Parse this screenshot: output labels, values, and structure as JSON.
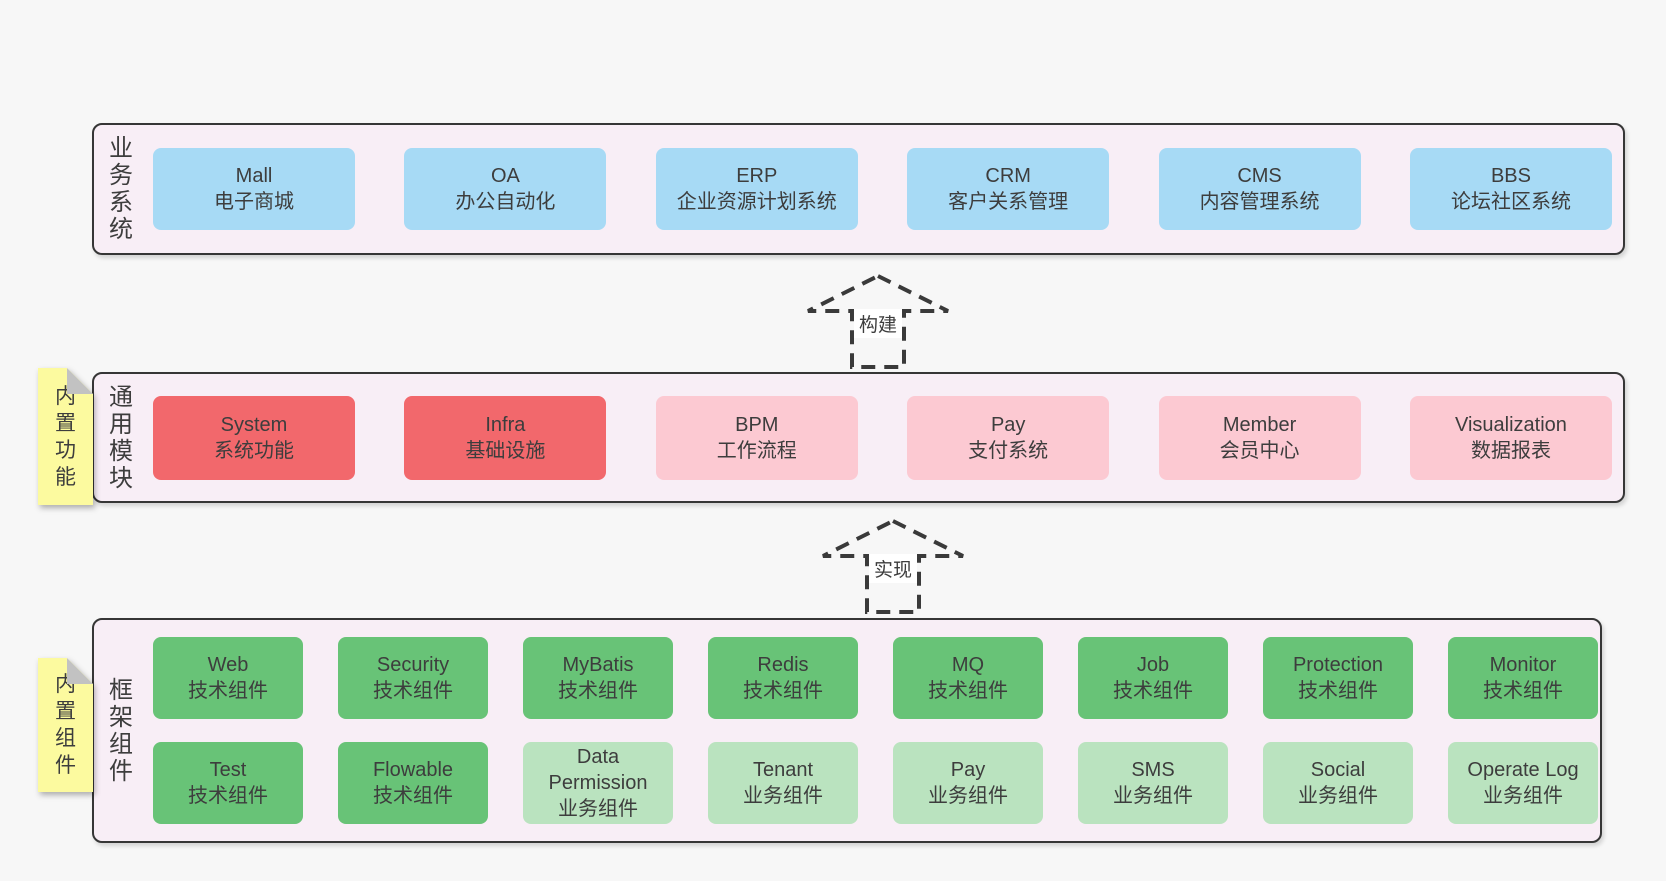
{
  "colors": {
    "page-bg": "#f7f7f7",
    "band-bg": "#f8eef6",
    "band-border": "#363636",
    "box-blue": "#a7daf5",
    "box-red": "#f2686c",
    "box-pink": "#fcc9d2",
    "box-green": "#68c377",
    "box-green-light": "#bae3bf",
    "note-yellow": "#fcfa9f",
    "note-fold": "#c2c2c2",
    "arrow-stroke": "#3a3a3a",
    "text": "#3d3d3d"
  },
  "bands": [
    {
      "label": "业务系统",
      "rows": [
        [
          {
            "name": "Mall",
            "desc": "电子商城",
            "variant": "blue"
          },
          {
            "name": "OA",
            "desc": "办公自动化",
            "variant": "blue"
          },
          {
            "name": "ERP",
            "desc": "企业资源计划系统",
            "variant": "blue"
          },
          {
            "name": "CRM",
            "desc": "客户关系管理",
            "variant": "blue"
          },
          {
            "name": "CMS",
            "desc": "内容管理系统",
            "variant": "blue"
          },
          {
            "name": "BBS",
            "desc": "论坛社区系统",
            "variant": "blue"
          }
        ]
      ]
    },
    {
      "label": "通用模块",
      "rows": [
        [
          {
            "name": "System",
            "desc": "系统功能",
            "variant": "red"
          },
          {
            "name": "Infra",
            "desc": "基础设施",
            "variant": "red"
          },
          {
            "name": "BPM",
            "desc": "工作流程",
            "variant": "pink"
          },
          {
            "name": "Pay",
            "desc": "支付系统",
            "variant": "pink"
          },
          {
            "name": "Member",
            "desc": "会员中心",
            "variant": "pink"
          },
          {
            "name": "Visualization",
            "desc": "数据报表",
            "variant": "pink"
          }
        ]
      ]
    },
    {
      "label": "框架组件",
      "rows": [
        [
          {
            "name": "Web",
            "desc": "技术组件",
            "variant": "green"
          },
          {
            "name": "Security",
            "desc": "技术组件",
            "variant": "green"
          },
          {
            "name": "MyBatis",
            "desc": "技术组件",
            "variant": "green"
          },
          {
            "name": "Redis",
            "desc": "技术组件",
            "variant": "green"
          },
          {
            "name": "MQ",
            "desc": "技术组件",
            "variant": "green"
          },
          {
            "name": "Job",
            "desc": "技术组件",
            "variant": "green"
          },
          {
            "name": "Protection",
            "desc": "技术组件",
            "variant": "green"
          },
          {
            "name": "Monitor",
            "desc": "技术组件",
            "variant": "green"
          }
        ],
        [
          {
            "name": "Test",
            "desc": "技术组件",
            "variant": "green"
          },
          {
            "name": "Flowable",
            "desc": "技术组件",
            "variant": "green"
          },
          {
            "name": "Data Permission",
            "desc": "业务组件",
            "variant": "green-light"
          },
          {
            "name": "Tenant",
            "desc": "业务组件",
            "variant": "green-light"
          },
          {
            "name": "Pay",
            "desc": "业务组件",
            "variant": "green-light"
          },
          {
            "name": "SMS",
            "desc": "业务组件",
            "variant": "green-light"
          },
          {
            "name": "Social",
            "desc": "业务组件",
            "variant": "green-light"
          },
          {
            "name": "Operate Log",
            "desc": "业务组件",
            "variant": "green-light"
          }
        ]
      ]
    }
  ],
  "notes": [
    {
      "text": "内置功能"
    },
    {
      "text": "内置组件"
    }
  ],
  "arrows": [
    {
      "label": "构建"
    },
    {
      "label": "实现"
    }
  ]
}
